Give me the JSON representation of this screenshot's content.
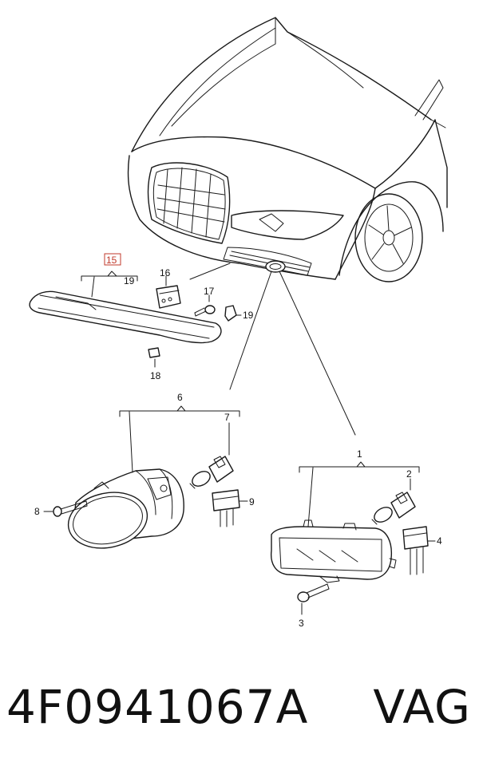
{
  "callouts": {
    "c1": "1",
    "c2": "2",
    "c3": "3",
    "c4": "4",
    "c6": "6",
    "c7": "7",
    "c8": "8",
    "c9": "9",
    "c15": "15",
    "c16": "16",
    "c17": "17",
    "c18": "18",
    "c19a": "19",
    "c19b": "19"
  },
  "highlight_callout": "15",
  "colors": {
    "line": "#1a1a1a",
    "highlight": "#c0392b",
    "background": "#ffffff"
  },
  "footer": {
    "part_number": "4F0941067A",
    "brand": "VAG"
  }
}
